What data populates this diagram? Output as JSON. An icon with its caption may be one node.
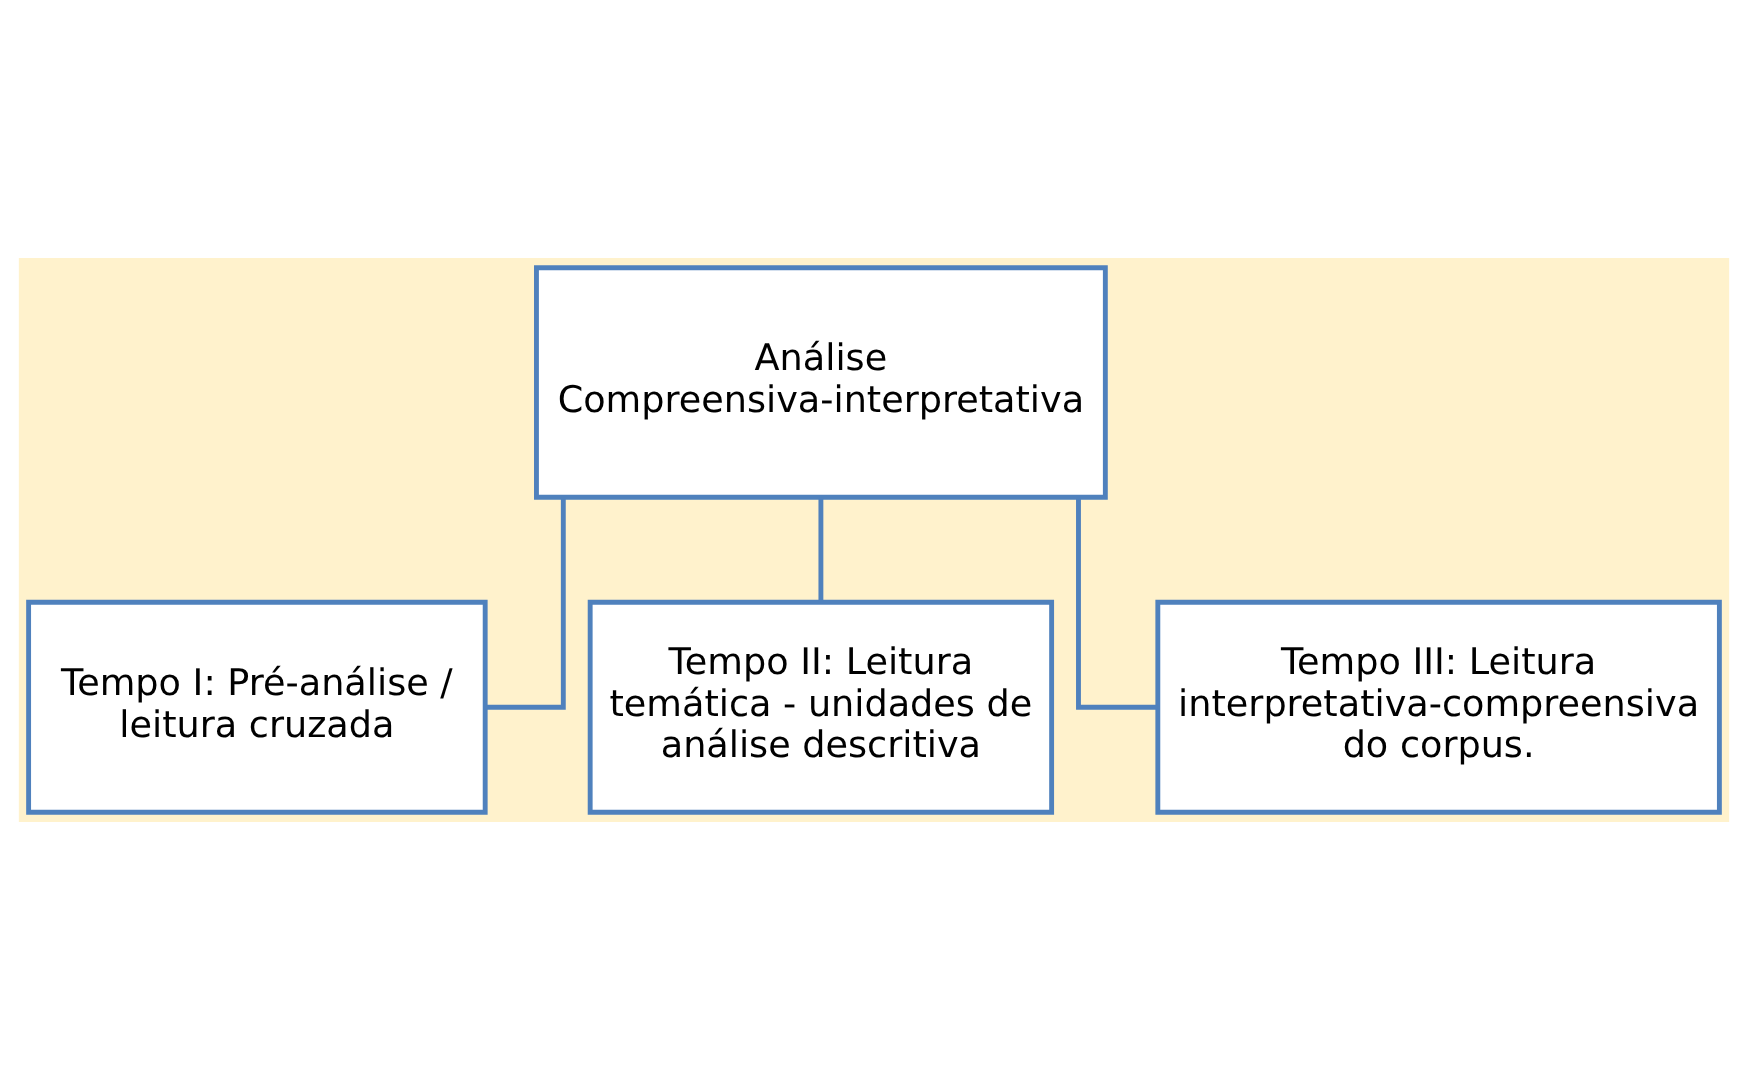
{
  "diagram": {
    "nodes": [
      {
        "text": [
          "Análise Compreensiva-interpretativa"
        ]
      },
      {
        "text": [
          "Tempo I: Pré-análise / leitura cruzada"
        ]
      },
      {
        "text": [
          "Tempo II: Leitura temática - unidades de análise descritiva"
        ]
      },
      {
        "text": [
          "Tempo III: Leitura interpretativa-compreensiva do corpus."
        ]
      }
    ],
    "edges": [
      {
        "from": 0,
        "to": 1,
        "arrow": "none"
      },
      {
        "from": 0,
        "to": 2,
        "arrow": "none"
      },
      {
        "from": 0,
        "to": 3,
        "arrow": "none"
      }
    ]
  }
}
